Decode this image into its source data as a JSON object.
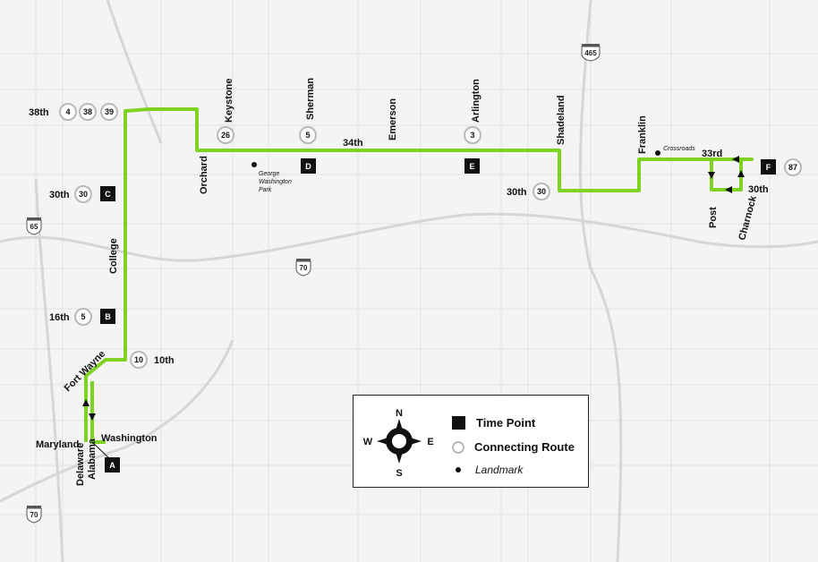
{
  "colors": {
    "route": "#7ed321",
    "time_point": "#111111",
    "connecting_circle": "#b9b9b9",
    "background": "#f4f4f4"
  },
  "route_labels": {
    "s38th": "38th",
    "s30th_w": "30th",
    "s16th": "16th",
    "s10th": "10th",
    "college": "College",
    "fort_wayne": "Fort Wayne",
    "maryland": "Maryland",
    "washington": "Washington",
    "delaware": "Delaware",
    "alabama": "Alabama",
    "orchard": "Orchard",
    "keystone": "Keystone",
    "sherman": "Sherman",
    "s34th": "34th",
    "emerson": "Emerson",
    "arlington": "Arlington",
    "shadeland": "Shadeland",
    "s30th_e": "30th",
    "franklin": "Franklin",
    "s33rd": "33rd",
    "s30th_f": "30th",
    "post": "Post",
    "charnock": "Charnock"
  },
  "connecting_routes": {
    "r4": "4",
    "r38": "38",
    "r39": "39",
    "r26": "26",
    "r5_sherman": "5",
    "r3": "3",
    "r30_w": "30",
    "r30_e": "30",
    "r5_16th": "5",
    "r10": "10",
    "r87": "87"
  },
  "time_points": {
    "A": "A",
    "B": "B",
    "C": "C",
    "D": "D",
    "E": "E",
    "F": "F"
  },
  "landmarks": {
    "gw_l1": "George",
    "gw_l2": "Washington",
    "gw_l3": "Park",
    "crossroads": "Crossroads"
  },
  "highways": {
    "i465": "465",
    "i65": "65",
    "i70_mid": "70",
    "i70_sw": "70"
  },
  "legend": {
    "compass": {
      "n": "N",
      "e": "E",
      "s": "S",
      "w": "W"
    },
    "time_point": "Time Point",
    "connecting_route": "Connecting Route",
    "landmark": "Landmark"
  }
}
